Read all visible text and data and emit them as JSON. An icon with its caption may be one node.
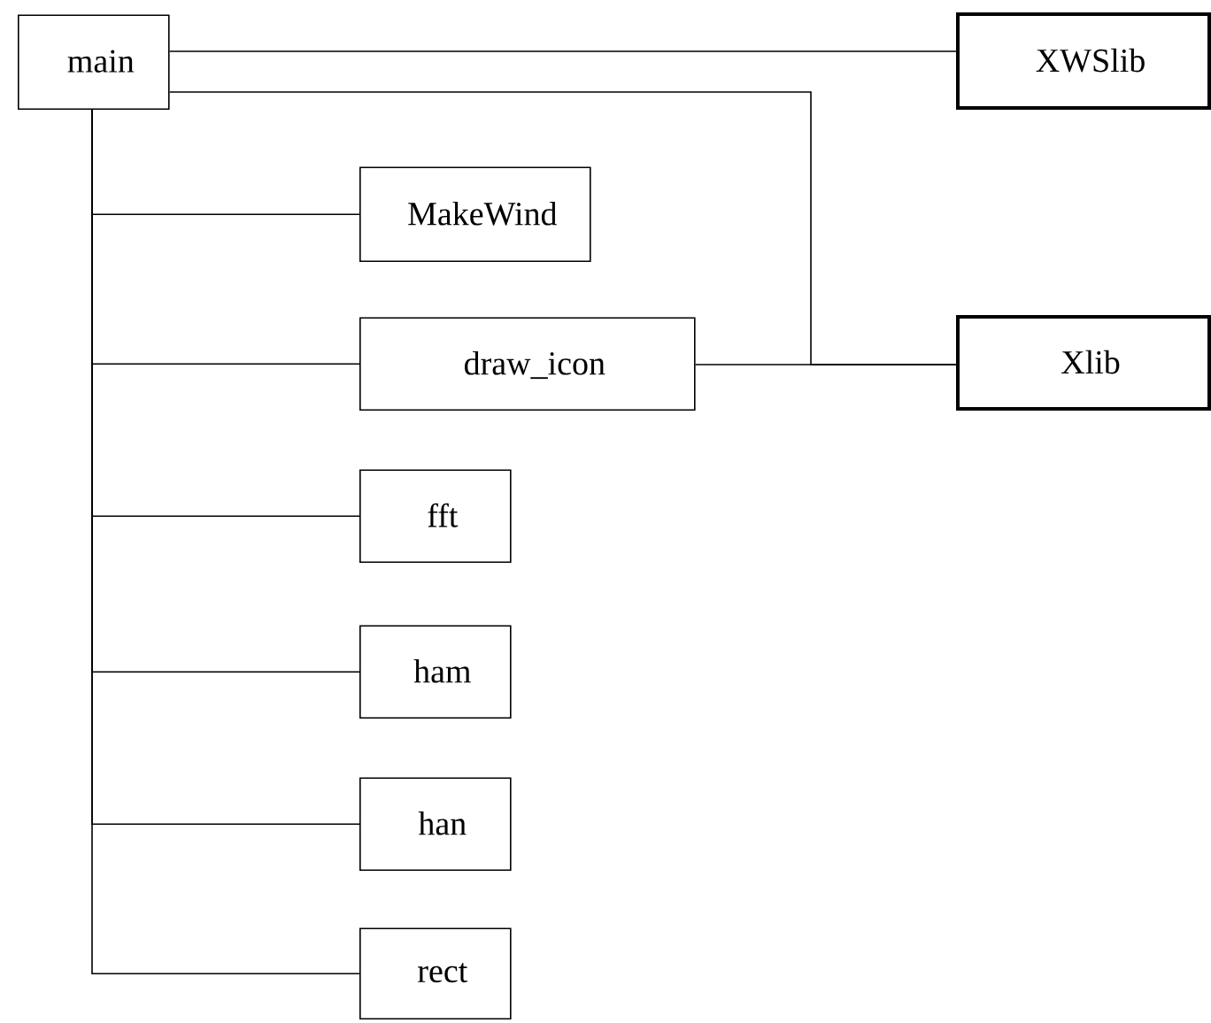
{
  "diagram": {
    "nodes": [
      {
        "text": [
          "main"
        ]
      },
      {
        "text": [
          "XWSlib"
        ]
      },
      {
        "text": [
          "MakeWind"
        ]
      },
      {
        "text": [
          "draw_icon"
        ]
      },
      {
        "text": [
          "Xlib"
        ]
      },
      {
        "text": [
          "fft"
        ]
      },
      {
        "text": [
          "ham"
        ]
      },
      {
        "text": [
          "han"
        ]
      },
      {
        "text": [
          "rect"
        ]
      }
    ],
    "edges": [
      {
        "from": 0,
        "to": 1,
        "arrow": "none"
      },
      {
        "from": 0,
        "to": 4,
        "arrow": "none"
      },
      {
        "from": 3,
        "to": 4,
        "arrow": "none"
      },
      {
        "from": 0,
        "to": 2,
        "arrow": "none"
      },
      {
        "from": 0,
        "to": 3,
        "arrow": "none"
      },
      {
        "from": 0,
        "to": 5,
        "arrow": "none"
      },
      {
        "from": 0,
        "to": 6,
        "arrow": "none"
      },
      {
        "from": 0,
        "to": 7,
        "arrow": "none"
      },
      {
        "from": 0,
        "to": 8,
        "arrow": "none"
      }
    ]
  }
}
